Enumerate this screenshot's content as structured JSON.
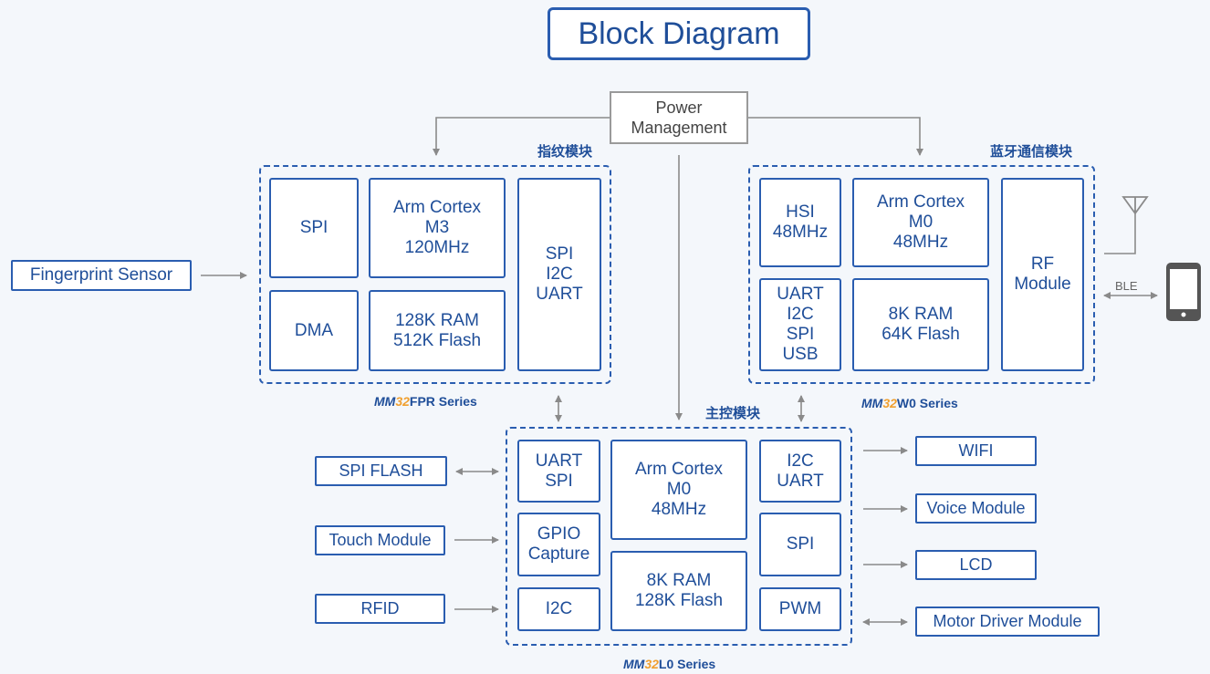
{
  "title": "Block Diagram",
  "power": {
    "line1": "Power",
    "line2": "Management"
  },
  "fp_module": {
    "cn_label": "指纹模块",
    "series": {
      "mm": "MM",
      "num": "32",
      "rest": "FPR Series"
    },
    "spi": "SPI",
    "cpu": [
      "Arm Cortex",
      "M3",
      "120MHz"
    ],
    "periph": [
      "SPI",
      "I2C",
      "UART"
    ],
    "dma": "DMA",
    "mem": [
      "128K RAM",
      "512K Flash"
    ]
  },
  "bt_module": {
    "cn_label": "蓝牙通信模块",
    "series": {
      "mm": "MM",
      "num": "32",
      "rest": "W0 Series"
    },
    "hsi": [
      "HSI",
      "48MHz"
    ],
    "cpu": [
      "Arm Cortex",
      "M0",
      "48MHz"
    ],
    "rf": [
      "RF",
      "Module"
    ],
    "io": [
      "UART",
      "I2C",
      "SPI",
      "USB"
    ],
    "mem": [
      "8K RAM",
      "64K Flash"
    ]
  },
  "main_module": {
    "cn_label": "主控模块",
    "series": {
      "mm": "MM",
      "num": "32",
      "rest": "L0 Series"
    },
    "uart_spi": [
      "UART",
      "SPI"
    ],
    "cpu": [
      "Arm Cortex",
      "M0",
      "48MHz"
    ],
    "i2c_uart": [
      "I2C",
      "UART"
    ],
    "gpio": [
      "GPIO",
      "Capture"
    ],
    "spi": "SPI",
    "mem": [
      "8K RAM",
      "128K Flash"
    ],
    "i2c": "I2C",
    "pwm": "PWM"
  },
  "external": {
    "fingerprint": "Fingerprint Sensor",
    "spi_flash": "SPI FLASH",
    "touch": "Touch Module",
    "rfid": "RFID",
    "wifi": "WIFI",
    "voice": "Voice Module",
    "lcd": "LCD",
    "motor": "Motor Driver Module",
    "ble": "BLE"
  },
  "icons": [
    "antenna-icon",
    "smartphone-icon"
  ],
  "colors": {
    "primary": "#2a5db0",
    "text": "#1f4e99",
    "accent": "#f0a030",
    "connector": "#8a8a8a",
    "background": "#f4f7fb"
  }
}
